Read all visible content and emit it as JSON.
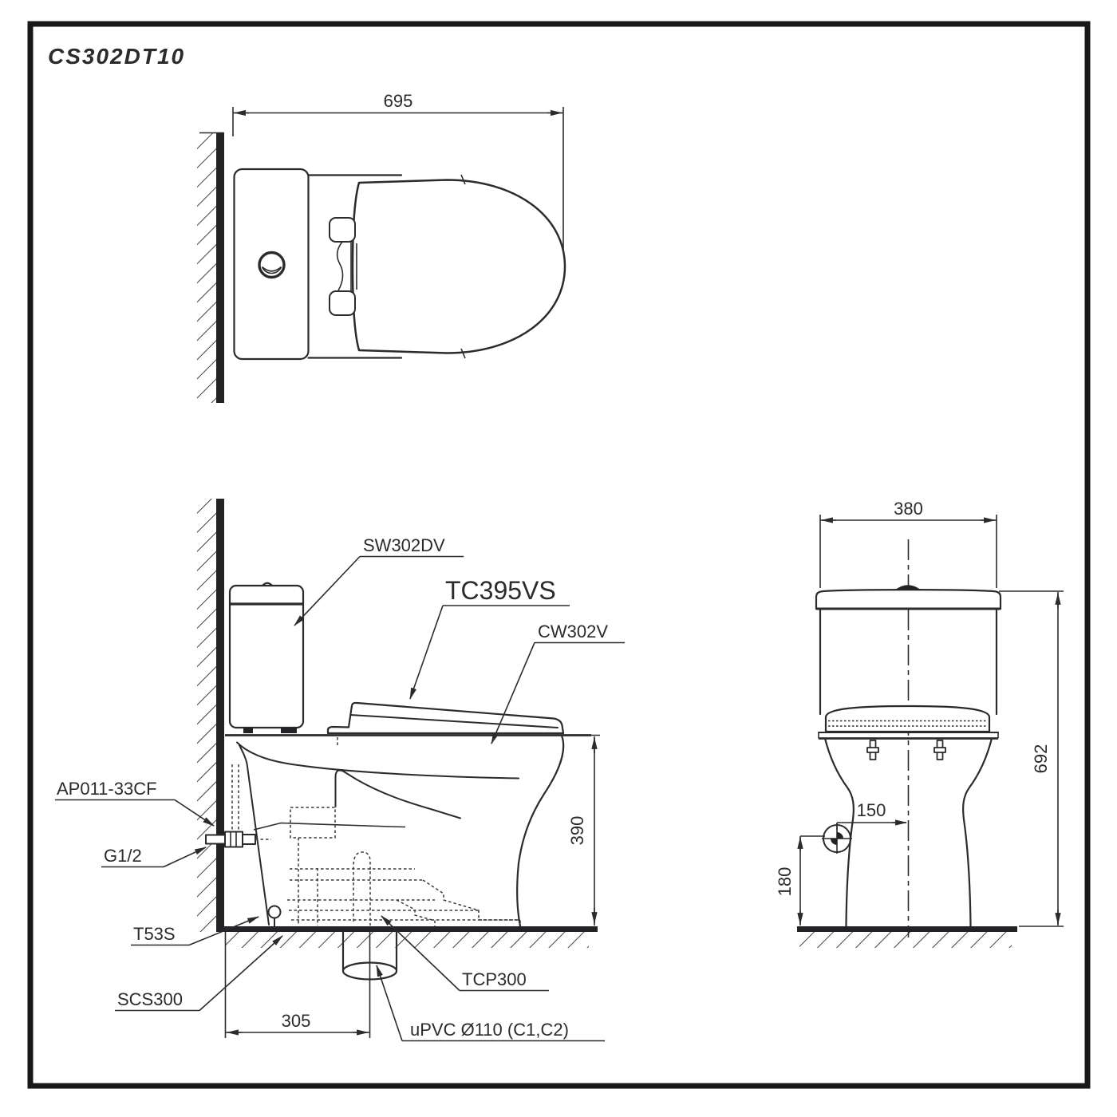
{
  "page": {
    "title": "CS302DT10"
  },
  "colors": {
    "ink": "#2b2b2d",
    "paper": "#ffffff"
  },
  "views": {
    "top": {
      "dims": {
        "overall_depth": "695"
      }
    },
    "side": {
      "dims": {
        "rim_height": "390",
        "drain_offset": "305"
      },
      "labels": {
        "tank": "SW302DV",
        "seat": "TC395VS",
        "bowl": "CW302V",
        "hose": "AP011-33CF",
        "thread": "G1/2",
        "t53s": "T53S",
        "scs300": "SCS300",
        "tcp300": "TCP300",
        "drain": "uPVC Ø110 (C1,C2)"
      }
    },
    "front": {
      "dims": {
        "tank_width": "380",
        "overall_height": "692",
        "supply_offset": "150",
        "supply_height": "180"
      }
    }
  }
}
